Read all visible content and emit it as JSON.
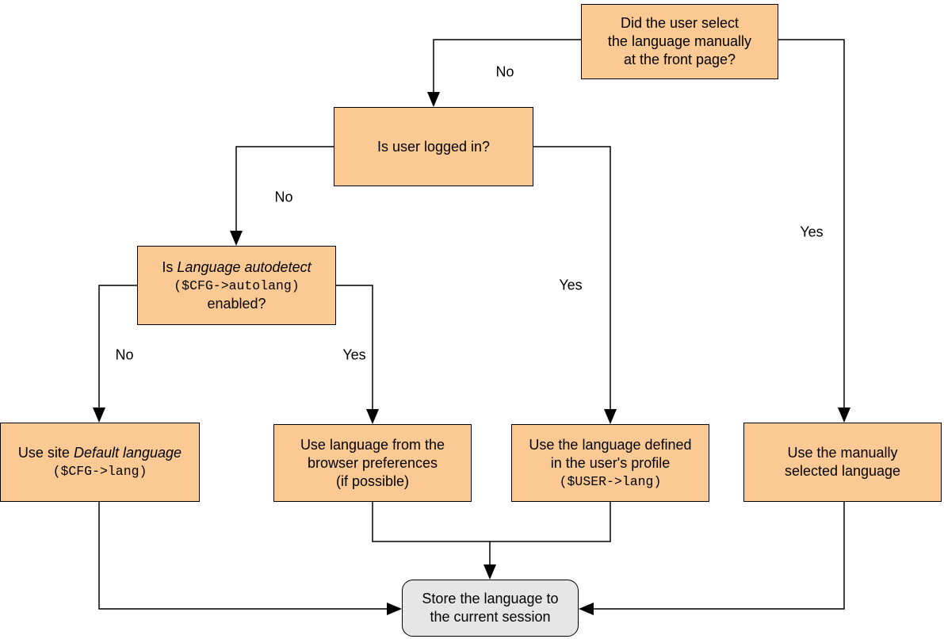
{
  "colors": {
    "decision_fill": "#fbca94",
    "terminal_fill": "#e6e6e6",
    "box_border": "#000000",
    "connector": "#000000"
  },
  "nodes": {
    "front_page_question": {
      "lines": [
        "Did the user select",
        "the language manually",
        "at the front page?"
      ]
    },
    "logged_in": {
      "label": "Is user logged in?"
    },
    "autodetect": {
      "line1_prefix": "Is ",
      "line1_italic": "Language autodetect",
      "line2_code": "($CFG->autolang)",
      "line3": "enabled?"
    },
    "default_language": {
      "line1_prefix": "Use site ",
      "line1_italic": "Default language",
      "line2_code": "($CFG->lang)"
    },
    "browser_prefs": {
      "lines": [
        "Use language from the",
        "browser preferences",
        "(if possible)"
      ]
    },
    "user_profile": {
      "lines": [
        "Use the language defined",
        "in the user's profile"
      ],
      "code": "($USER->lang)"
    },
    "manually_selected": {
      "lines": [
        "Use the manually",
        "selected language"
      ]
    },
    "store_session": {
      "lines": [
        "Store the language to",
        "the current session"
      ]
    }
  },
  "edge_labels": {
    "front_page_no": "No",
    "front_page_yes": "Yes",
    "logged_in_no": "No",
    "logged_in_yes": "Yes",
    "autodetect_no": "No",
    "autodetect_yes": "Yes"
  }
}
